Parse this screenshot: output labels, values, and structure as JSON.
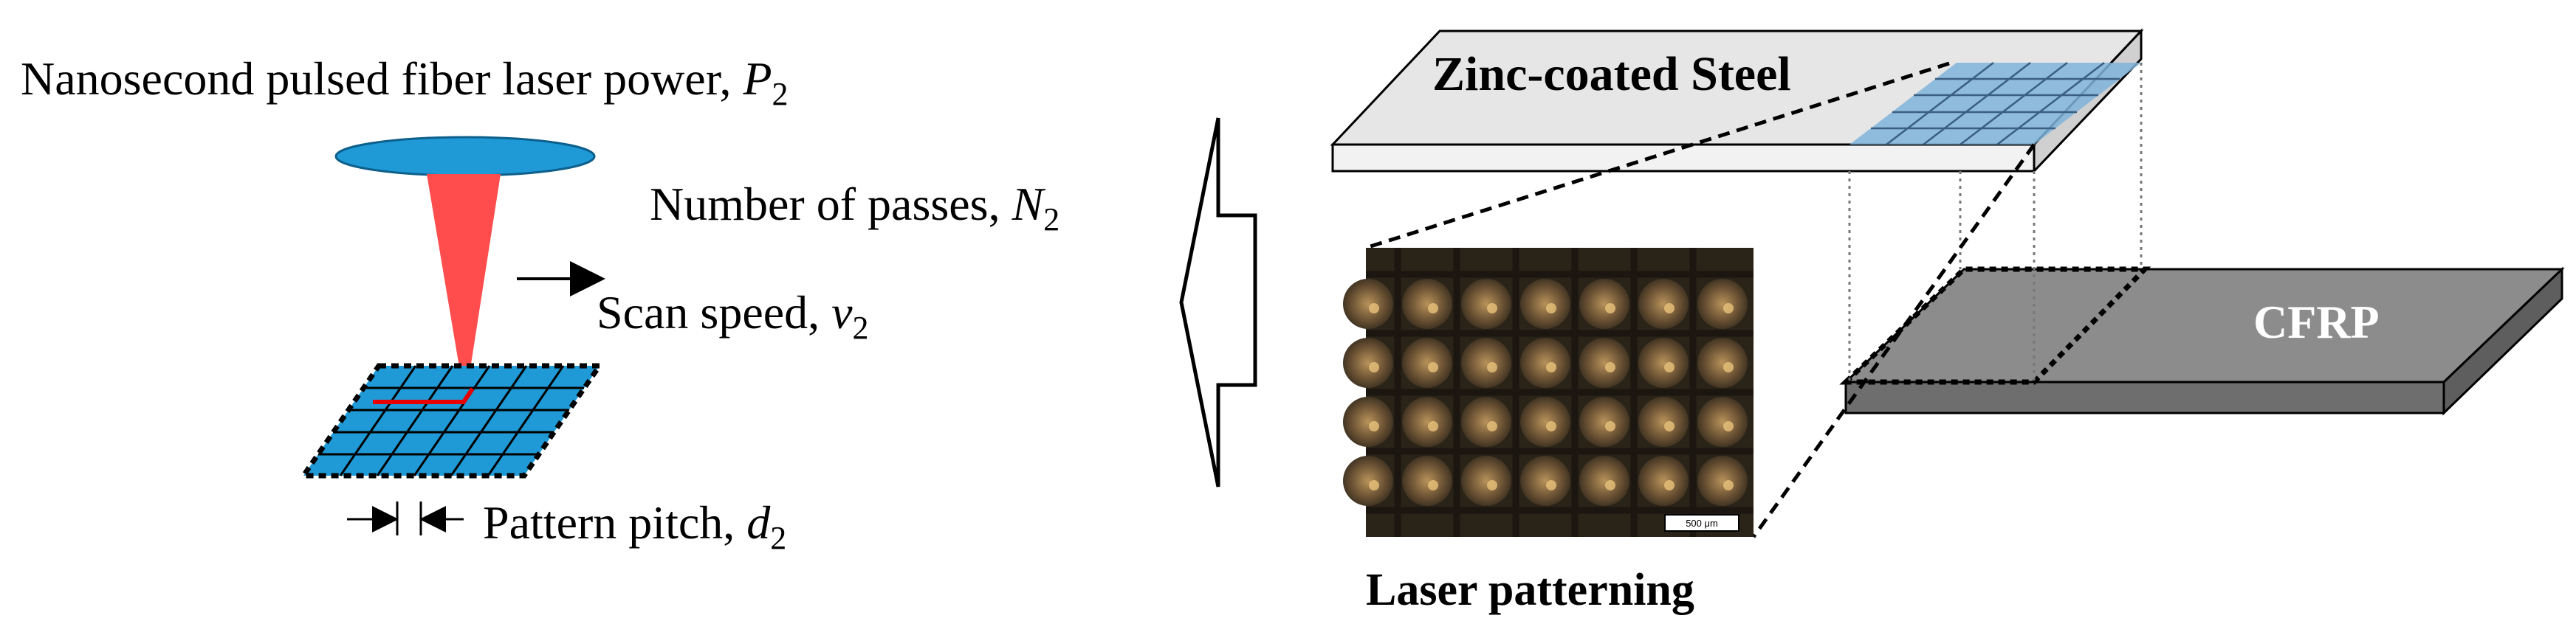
{
  "left_panel": {
    "power_label": "Nanosecond pulsed fiber laser power, ",
    "power_symbol": "P",
    "power_subscript": "2",
    "passes_label": "Number of passes, ",
    "passes_symbol": "N",
    "passes_subscript": "2",
    "speed_label": "Scan speed, ",
    "speed_symbol": "v",
    "speed_subscript": "2",
    "pitch_label": "Pattern pitch, ",
    "pitch_symbol": "d",
    "pitch_subscript": "2"
  },
  "right_panel": {
    "steel_label": "Zinc-coated Steel",
    "cfrp_label": "CFRP",
    "micrograph_caption": "Laser patterning",
    "scale_bar_text": "500 μm"
  },
  "colors": {
    "lens_blue": "#1f9ad6",
    "beam_red": "#ff4d4d",
    "grid_blue": "#1f9ad6",
    "steel_fill": "#e6e6e6",
    "cfrp_fill": "#8c8c8c",
    "cfrp_side": "#6e6e6e",
    "micro_bg": "#2a2318"
  }
}
